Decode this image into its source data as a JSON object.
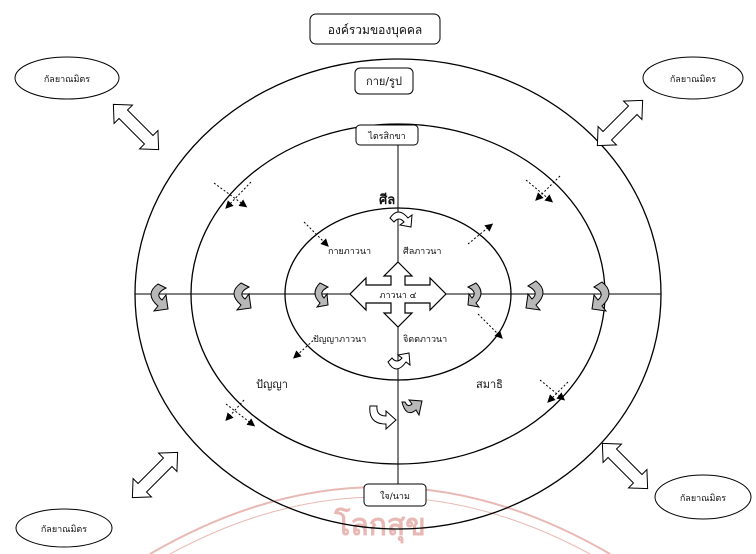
{
  "title": "องค์รวมของบุคคล",
  "outer_ring": "กาย/รูป",
  "middle_ring": "ไตรสิกขา",
  "bottom_ring": "ใจ/นาม",
  "center": "ภาวนา ๔",
  "quadrants": {
    "top": "ศีล",
    "left": "ปัญญา",
    "right": "สมาธิ"
  },
  "inner": {
    "top_left": "กายภาวนา",
    "top_right": "ศีลภาวนา",
    "bottom_left": "ปัญญาภาวนา",
    "bottom_right": "จิตตภาวนา"
  },
  "friends": [
    "กัลยาณมิตร",
    "กัลยาณมิตร",
    "กัลยาณมิตร",
    "กัลยาณมิตร"
  ],
  "watermark": "โลกสุข",
  "colors": {
    "stroke": "#000000",
    "arrow_fill": "#b8b8b8",
    "watermark": "#c0392b"
  }
}
